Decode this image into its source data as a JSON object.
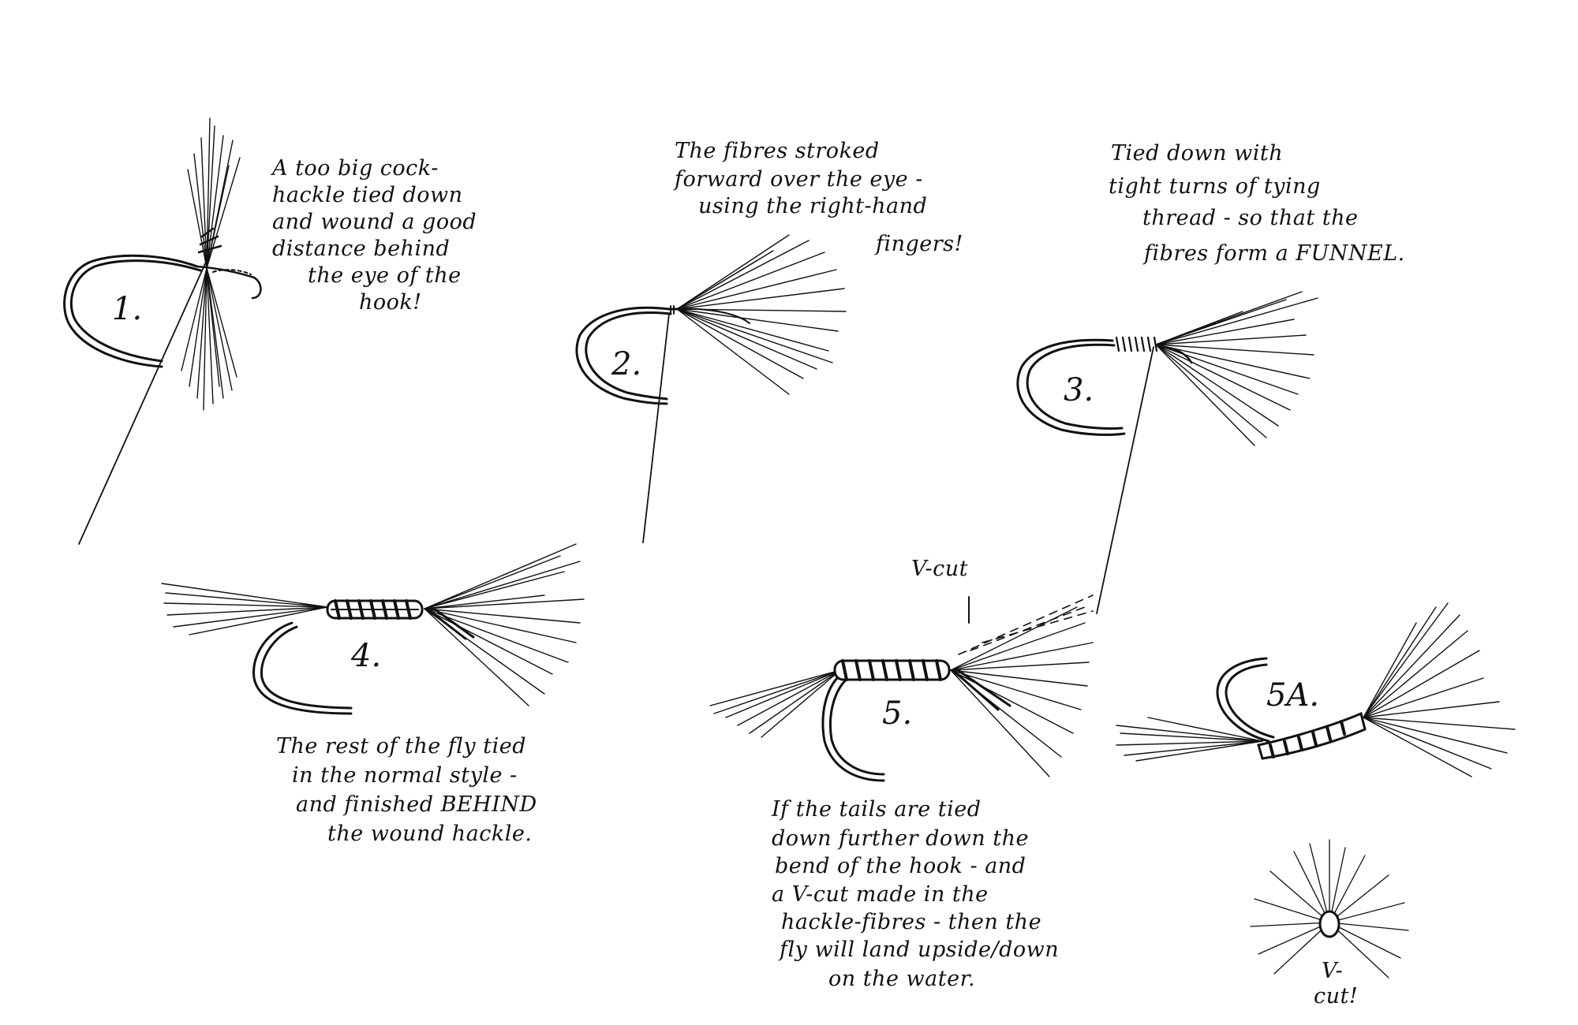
{
  "steps": [
    {
      "number": "1.",
      "caption": [
        "A too big cock-",
        "hackle tied down",
        "and wound a good",
        "distance behind",
        "the eye of the",
        "hook!"
      ]
    },
    {
      "number": "2.",
      "caption": [
        "The fibres stroked",
        "forward over the eye -",
        "using the right-hand",
        "fingers!"
      ]
    },
    {
      "number": "3.",
      "caption": [
        "Tied down with",
        "tight turns of tying",
        "thread - so that the",
        "fibres form a FUNNEL."
      ]
    },
    {
      "number": "4.",
      "caption": [
        "The rest of the fly tied",
        "in the normal style -",
        "and finished BEHIND",
        "the wound hackle."
      ]
    },
    {
      "number": "5.",
      "label": "V-cut",
      "caption": [
        "If the tails are tied",
        "down further down the",
        "bend of the hook - and",
        "a V-cut made in the",
        "hackle-fibres - then the",
        "fly will land upside/down",
        "on the water."
      ]
    },
    {
      "number": "5A."
    }
  ],
  "detail": {
    "label": [
      "V-",
      "cut!"
    ]
  }
}
